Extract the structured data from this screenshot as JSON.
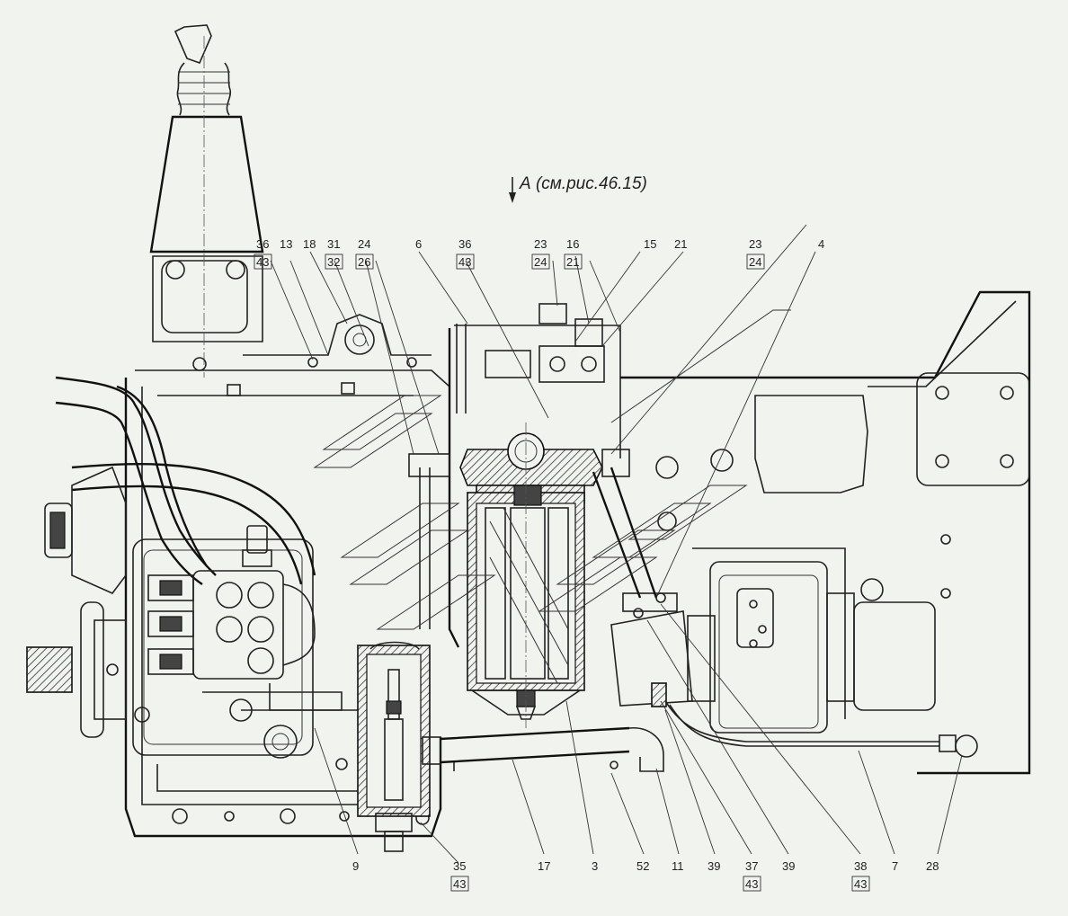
{
  "view_title": "А (см.рис.46.15)",
  "callouts": {
    "c36a": "36",
    "c43a": "43",
    "c13": "13",
    "c18": "18",
    "c31": "31",
    "c32": "32",
    "c24a": "24",
    "c26": "26",
    "c6": "6",
    "c36b": "36",
    "c43b": "43",
    "c23a": "23",
    "c24b": "24",
    "c16": "16",
    "c21a": "21",
    "c15": "15",
    "c21b": "21",
    "c23b": "23",
    "c24c": "24",
    "c4": "4",
    "c9": "9",
    "c35": "35",
    "c43c": "43",
    "c17": "17",
    "c3": "3",
    "c52": "52",
    "c11": "11",
    "c39a": "39",
    "c37": "37",
    "c43d": "43",
    "c39b": "39",
    "c38": "38",
    "c43e": "43",
    "c7": "7",
    "c28": "28"
  }
}
